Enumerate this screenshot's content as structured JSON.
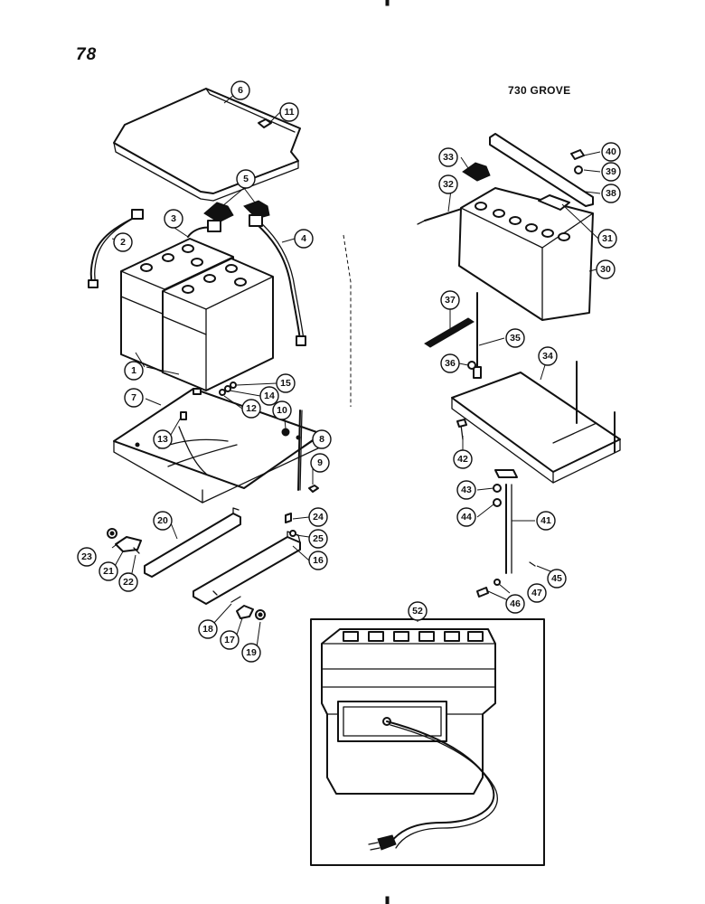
{
  "page": {
    "number": "78",
    "model": "730 GROVE"
  },
  "callouts": [
    {
      "id": "callout-1",
      "label": "1"
    },
    {
      "id": "callout-2",
      "label": "2"
    },
    {
      "id": "callout-3",
      "label": "3"
    },
    {
      "id": "callout-4",
      "label": "4"
    },
    {
      "id": "callout-5",
      "label": "5"
    },
    {
      "id": "callout-6",
      "label": "6"
    },
    {
      "id": "callout-7",
      "label": "7"
    },
    {
      "id": "callout-8",
      "label": "8"
    },
    {
      "id": "callout-9",
      "label": "9"
    },
    {
      "id": "callout-10",
      "label": "10"
    },
    {
      "id": "callout-11",
      "label": "11"
    },
    {
      "id": "callout-12",
      "label": "12"
    },
    {
      "id": "callout-13",
      "label": "13"
    },
    {
      "id": "callout-14",
      "label": "14"
    },
    {
      "id": "callout-15",
      "label": "15"
    },
    {
      "id": "callout-16",
      "label": "16"
    },
    {
      "id": "callout-17",
      "label": "17"
    },
    {
      "id": "callout-18",
      "label": "18"
    },
    {
      "id": "callout-19",
      "label": "19"
    },
    {
      "id": "callout-20",
      "label": "20"
    },
    {
      "id": "callout-21",
      "label": "21"
    },
    {
      "id": "callout-22",
      "label": "22"
    },
    {
      "id": "callout-23",
      "label": "23"
    },
    {
      "id": "callout-24",
      "label": "24"
    },
    {
      "id": "callout-25",
      "label": "25"
    },
    {
      "id": "callout-30",
      "label": "30"
    },
    {
      "id": "callout-31",
      "label": "31"
    },
    {
      "id": "callout-32",
      "label": "32"
    },
    {
      "id": "callout-33",
      "label": "33"
    },
    {
      "id": "callout-34",
      "label": "34"
    },
    {
      "id": "callout-35",
      "label": "35"
    },
    {
      "id": "callout-36",
      "label": "36"
    },
    {
      "id": "callout-37",
      "label": "37"
    },
    {
      "id": "callout-38",
      "label": "38"
    },
    {
      "id": "callout-39",
      "label": "39"
    },
    {
      "id": "callout-40",
      "label": "40"
    },
    {
      "id": "callout-41",
      "label": "41"
    },
    {
      "id": "callout-42",
      "label": "42"
    },
    {
      "id": "callout-43",
      "label": "43"
    },
    {
      "id": "callout-44",
      "label": "44"
    },
    {
      "id": "callout-45",
      "label": "45"
    },
    {
      "id": "callout-46",
      "label": "46"
    },
    {
      "id": "callout-47",
      "label": "47"
    },
    {
      "id": "callout-52",
      "label": "52"
    }
  ]
}
